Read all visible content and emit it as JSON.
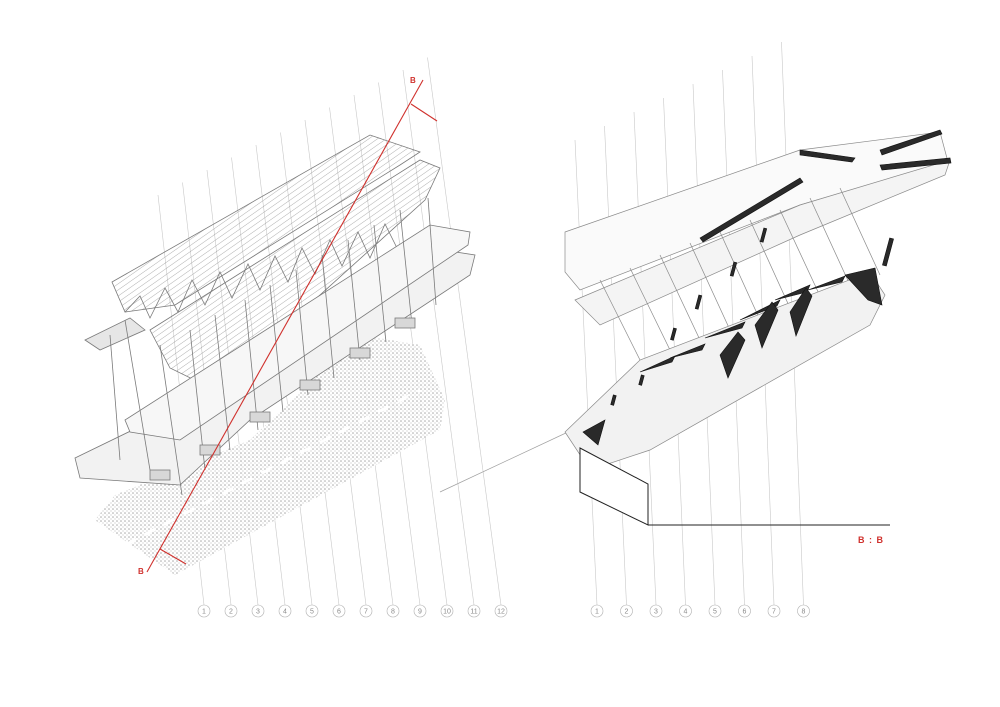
{
  "left_drawing": {
    "grid_labels": [
      "1",
      "2",
      "3",
      "4",
      "5",
      "6",
      "7",
      "8",
      "9",
      "10",
      "11",
      "12"
    ],
    "cut_marker_top": "B",
    "cut_marker_bottom": "B"
  },
  "right_drawing": {
    "grid_labels": [
      "1",
      "2",
      "3",
      "4",
      "5",
      "6",
      "7",
      "8"
    ],
    "section_title": "B : B"
  },
  "colors": {
    "cut_line": "#d0312d",
    "grid_line": "#c8c8c8",
    "structure": "#7a7a7a",
    "section_fill": "#2a2a2a"
  }
}
